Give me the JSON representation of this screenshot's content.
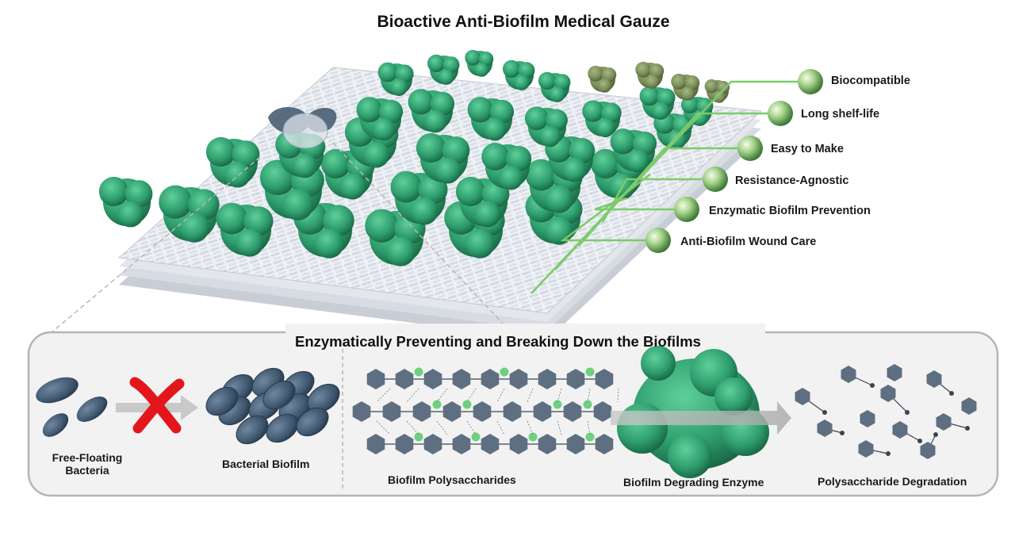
{
  "title": "Bioactive Anti-Biofilm Medical Gauze",
  "features": [
    {
      "label": "Biocompatible"
    },
    {
      "label": "Long shelf-life"
    },
    {
      "label": "Easy to Make"
    },
    {
      "label": "Resistance-Agnostic"
    },
    {
      "label": "Enzymatic Biofilm Prevention"
    },
    {
      "label": "Anti-Biofilm Wound Care"
    }
  ],
  "panel": {
    "title": "Enzymatically Preventing and Breaking Down the Biofilms",
    "captions": {
      "free_floating_line1": "Free-Floating",
      "free_floating_line2": "Bacteria",
      "bacterial_biofilm": "Bacterial Biofilm",
      "polysaccharides": "Biofilm Polysaccharides",
      "enzyme": "Biofilm Degrading Enzyme",
      "degradation": "Polysaccharide Degradation"
    }
  },
  "colors": {
    "enzyme_green": "#2f9e6e",
    "fiber_white": "#e6e9ee",
    "bacteria_blue": "#3e566d",
    "hexagon_gray": "#5f6f82",
    "bead_green": "#9fcf86",
    "connector_green": "#7dcb6a",
    "panel_border": "#b5b5b5",
    "panel_fill": "#f2f2f2"
  }
}
